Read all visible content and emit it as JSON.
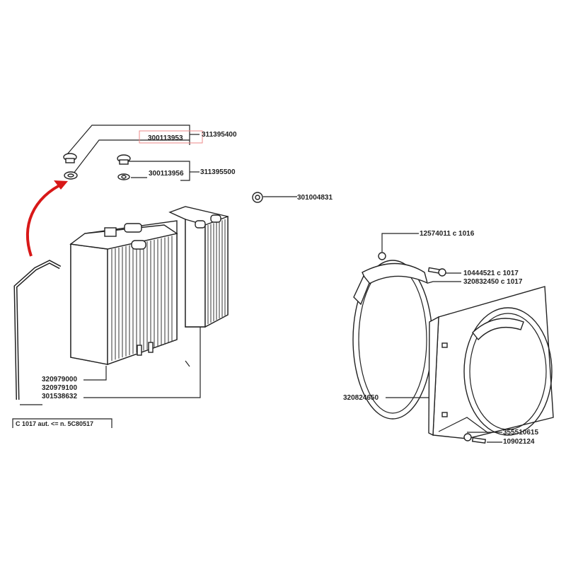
{
  "title": "Radiator and cooling fan shroud parts diagram",
  "highlight_color": "#e03030",
  "arrow_color": "#d81818",
  "labels": {
    "p311395400": "311395400",
    "p300113953": "300113953",
    "p300113956": "300113956",
    "p311395500": "311395500",
    "p301004831": "301004831",
    "p320979000": "320979000",
    "p320979100": "320979100",
    "p301538632": "301538632",
    "note": "C 1017  aut. <= n. 5C80517",
    "p12574011": "12574011 c 1016",
    "p10444521": "10444521 c 1017",
    "p320832450": "320832450 c 1017",
    "p320824650": "320824650",
    "p355510615": "355510615",
    "p10902124": "10902124"
  }
}
